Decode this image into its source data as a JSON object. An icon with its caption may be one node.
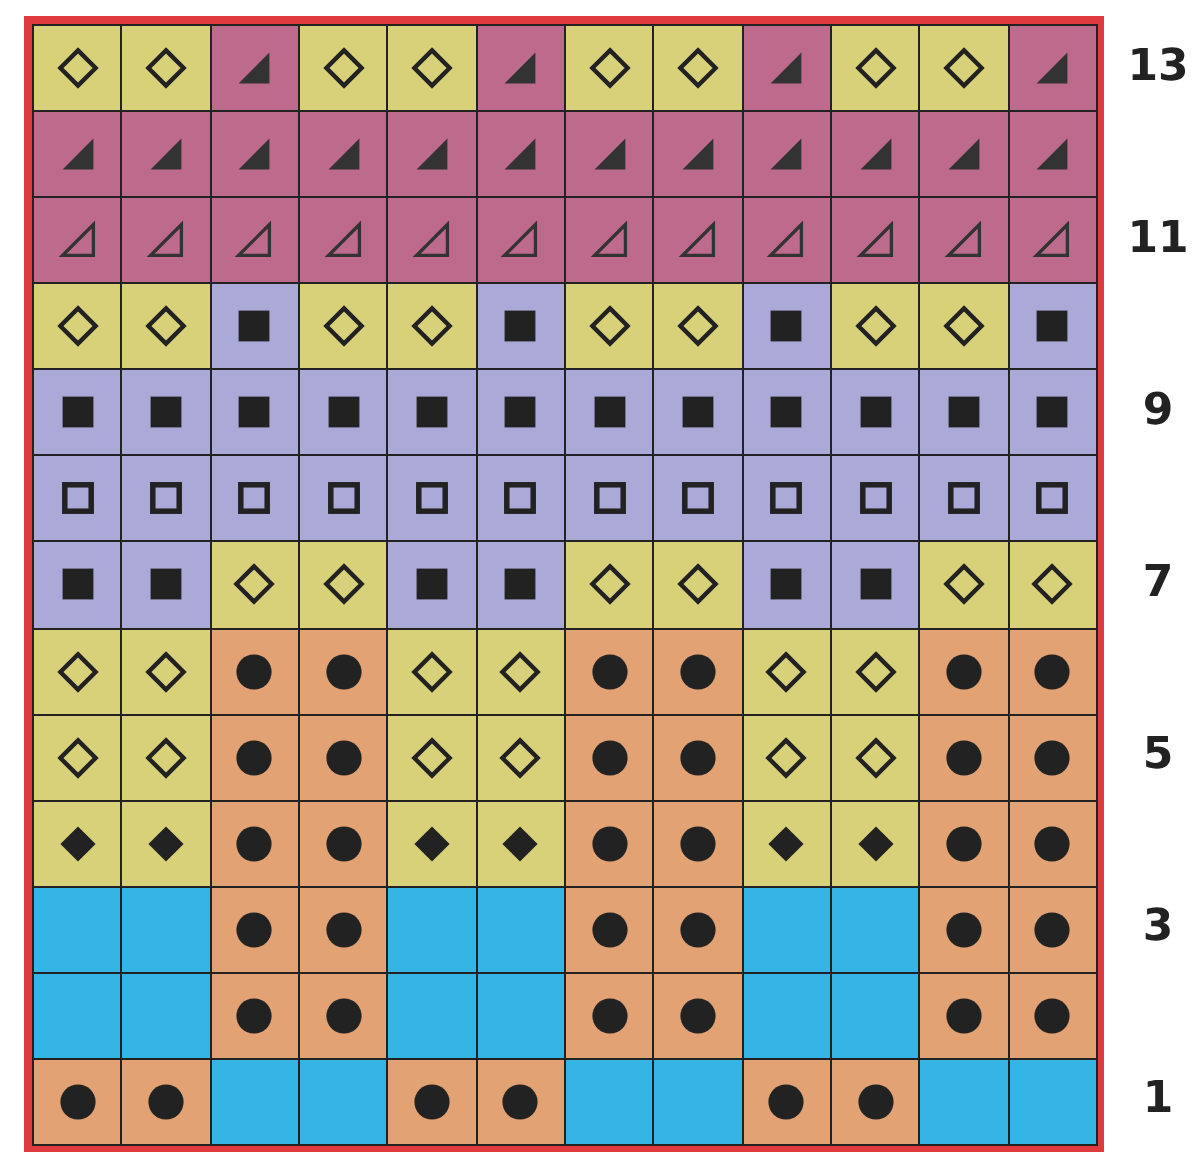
{
  "diagram": {
    "labels": [
      "13",
      "11",
      "9",
      "7",
      "5",
      "3",
      "1"
    ]
  }
}
